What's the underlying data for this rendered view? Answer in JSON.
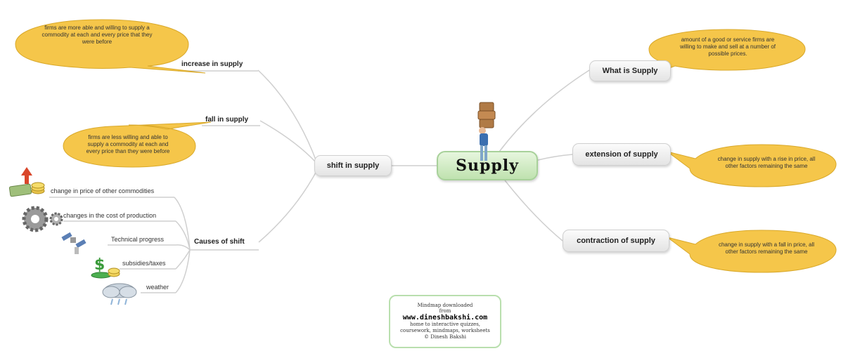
{
  "central": {
    "label": "Supply"
  },
  "branches": {
    "what_is_supply": "What is Supply",
    "extension": "extension of supply",
    "contraction": "contraction of supply",
    "shift": "shift in supply",
    "increase": "increase in supply",
    "fall": "fall in supply",
    "causes": "Causes of shift"
  },
  "notes": {
    "what_is_supply": "amount of a good or service firms are\nwilling to make and sell at a number of\npossible prices.",
    "extension": "change in supply with a rise in price, all\nother factors remaining the same",
    "contraction": "change in supply with a fall in price, all\nother factors remaining the same",
    "increase": "firms are more able and willing to supply a\ncommodity at each and every price that they\nwere before",
    "fall": "firms are less willing and able to\nsupply a commodity at each and\nevery price than they were before"
  },
  "causes": [
    {
      "label": "change in price of other commodities",
      "icon": "money-icon"
    },
    {
      "label": "changes in the cost of production",
      "icon": "gears-icon"
    },
    {
      "label": "Technical progress",
      "icon": "satellite-icon"
    },
    {
      "label": "subsidies/taxes",
      "icon": "dollar-coins-icon"
    },
    {
      "label": "weather",
      "icon": "cloud-icon"
    }
  ],
  "credit": {
    "line1": "Mindmap downloaded",
    "line2": "from",
    "url": "www.dineshbakshi.com",
    "line3": "home to interactive quizzes,\ncoursework, mindmaps, worksheets\n© Dinesh Bakshi"
  },
  "colors": {
    "bubble": "#f5c64a",
    "central_border": "#a8d19a",
    "link": "#c9c9c9"
  }
}
